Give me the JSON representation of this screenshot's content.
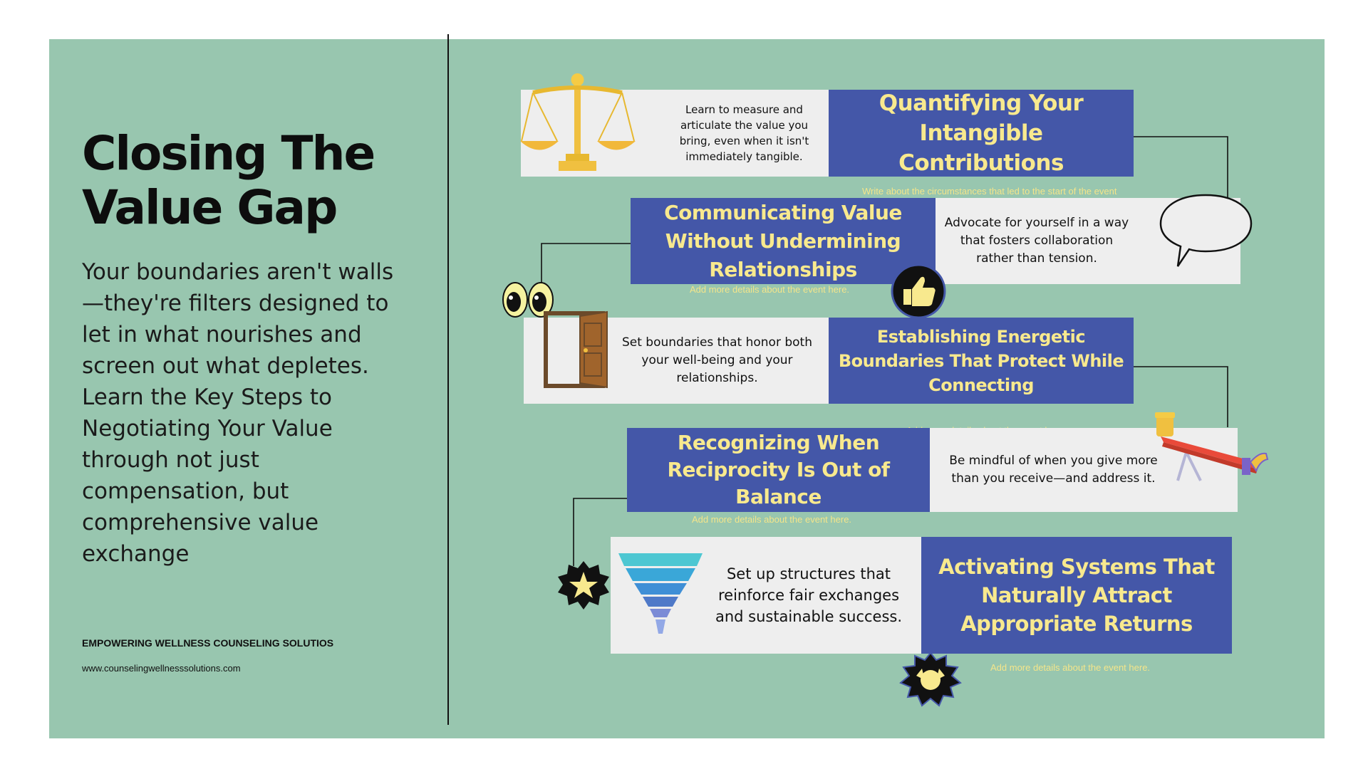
{
  "left": {
    "title_line1": "Closing The",
    "title_line2": "Value Gap",
    "description": "Your boundaries aren't walls—they're filters designed to let in what nourishes and screen out what depletes. Learn the Key Steps to Negotiating Your Value through not just compensation, but comprehensive value exchange",
    "org_name": "EMPOWERING WELLNESS COUNSELING SOLUTIOS",
    "website": "www.counselingwellnesssolutions.com"
  },
  "steps": [
    {
      "title": "Quantifying Your Intangible Contributions",
      "body": "Learn to measure and articulate the value you bring, even when it isn't immediately tangible.",
      "note": "Write about the circumstances that led to the start of the event",
      "icon": "scales-icon"
    },
    {
      "title": "Communicating Value Without Undermining Relationships",
      "body": "Advocate for yourself in a way that fosters collaboration rather than tension.",
      "note": "Add more details about the event here.",
      "icon": "speech-bubble-icon"
    },
    {
      "title": "Establishing Energetic Boundaries That Protect While Connecting",
      "body": "Set boundaries that honor both your well-being and your relationships.",
      "note": "Add more details about the event here.",
      "icon": "open-door-icon"
    },
    {
      "title": "Recognizing When Reciprocity Is Out of Balance",
      "body": "Be mindful of when you give more than you receive—and address it.",
      "note": "Add more details about the event here.",
      "icon": "seesaw-icon"
    },
    {
      "title": "Activating Systems That Naturally Attract Appropriate Returns",
      "body": "Set up structures that reinforce fair exchanges and sustainable success.",
      "note": "Add more details about the event here.",
      "icon": "funnel-icon"
    }
  ],
  "colors": {
    "background": "#98c6af",
    "title_box": "#4457a8",
    "title_text": "#f8e98e",
    "card": "#eeeeee",
    "note_text": "#f4e58a"
  }
}
